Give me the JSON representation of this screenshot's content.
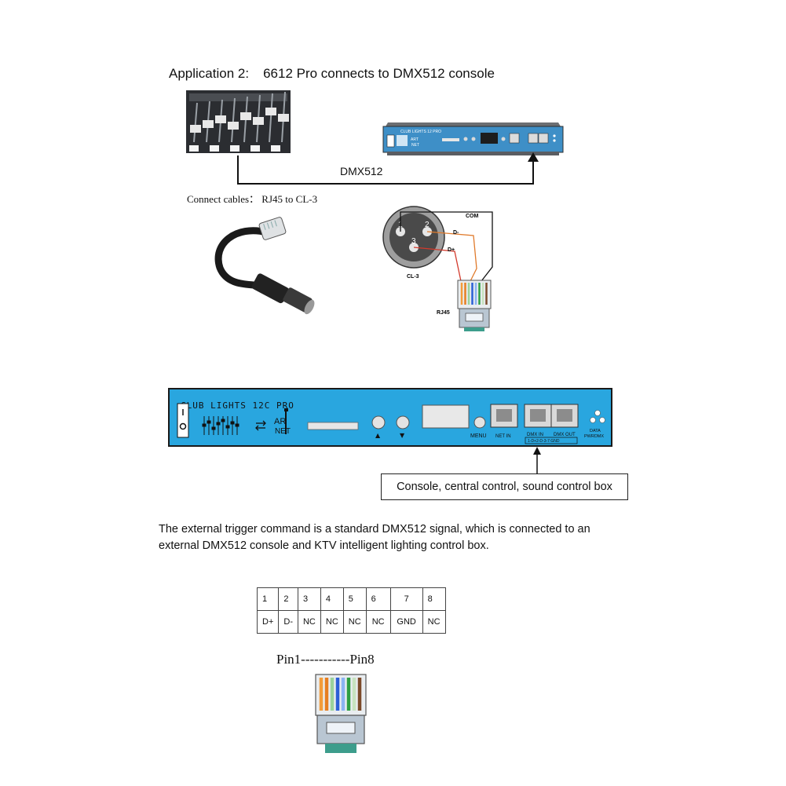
{
  "heading": {
    "prefix": "Application 2:",
    "text": "6612 Pro connects to DMX512 console"
  },
  "signal_label": "DMX512",
  "cables_label": "Connect cables： RJ45 to CL-3",
  "xlr": {
    "pins": [
      "1",
      "2",
      "3"
    ],
    "com": "COM",
    "dminus": "D-",
    "dplus": "D+",
    "name": "CL-3",
    "rj45": "RJ45"
  },
  "device": {
    "brand": "CLUB LIGHTS 12C PRO",
    "art": "AR",
    "net": "NET",
    "up": "▲",
    "down": "▼",
    "menu": "MENU",
    "net_in": "NET IN",
    "dmx_in": "DMX IN",
    "dmx_out": "DMX OUT",
    "data": "DATA",
    "pwr_dmx": "PWRDMX",
    "pinout": "1-D+2-D-3-7:GND"
  },
  "small_device": {
    "brand": "CLUB LIGHTS 12 PRO",
    "art": "ART",
    "net": "NET"
  },
  "callout": "Console, central control, sound control box",
  "description": [
    "The external trigger command is a standard DMX512 signal, which is connected to an",
    "external DMX512 console and KTV intelligent lighting control box."
  ],
  "pin_table": {
    "numbers": [
      "1",
      "2",
      "3",
      "4",
      "5",
      "6",
      "7",
      "8"
    ],
    "signals": [
      "D+",
      "D-",
      "NC",
      "NC",
      "NC",
      "NC",
      "GND",
      "NC"
    ]
  },
  "pin_range": "Pin1-----------Pin8",
  "colors": {
    "panel": "#29a6df",
    "small_device": "#3e8fc7",
    "wire_orange": "#e07a2b",
    "wire_red": "#d33a2c"
  }
}
